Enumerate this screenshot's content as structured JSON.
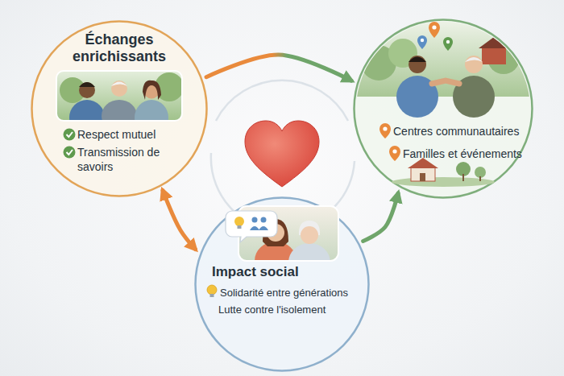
{
  "diagram": {
    "nodes": [
      {
        "text": [
          "Échanges enrichissants",
          "Respect mutuel",
          "Transmission de savoirs"
        ]
      },
      {
        "text": [
          "Centres communautaires",
          "Familles et événements"
        ]
      },
      {
        "text": [
          "Impact social",
          "Solidarité entre générations",
          "Lutte contre l'isolement"
        ]
      }
    ],
    "edges": [
      {
        "from": 0,
        "to": 1,
        "arrow": "to"
      },
      {
        "from": 0,
        "to": 2,
        "arrow": "both"
      },
      {
        "from": 2,
        "to": 1,
        "arrow": "to"
      }
    ]
  }
}
